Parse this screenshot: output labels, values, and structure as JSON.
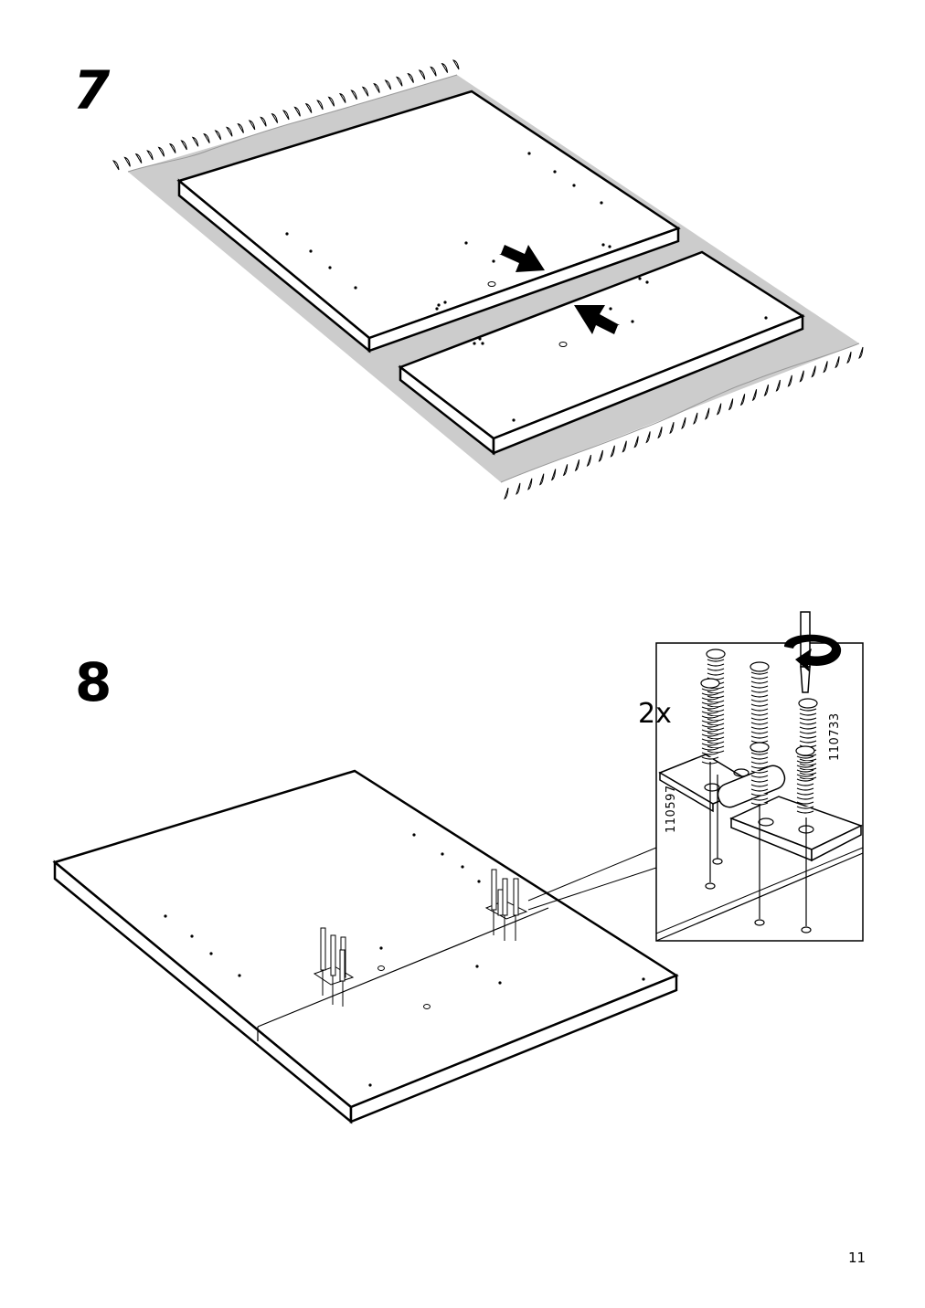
{
  "steps": [
    {
      "number": "7"
    },
    {
      "number": "8",
      "detail": {
        "quantity": "2x",
        "part_codes": [
          "110597",
          "110733"
        ]
      }
    }
  ],
  "page_number": "11",
  "colors": {
    "rug": "#cccccc",
    "ink": "#000000",
    "board": "#ffffff"
  },
  "icons": [
    "rug-fringe",
    "push-arrow-icon",
    "screwdriver-icon",
    "rotate-arrow-icon",
    "hinge-plate",
    "screw"
  ]
}
